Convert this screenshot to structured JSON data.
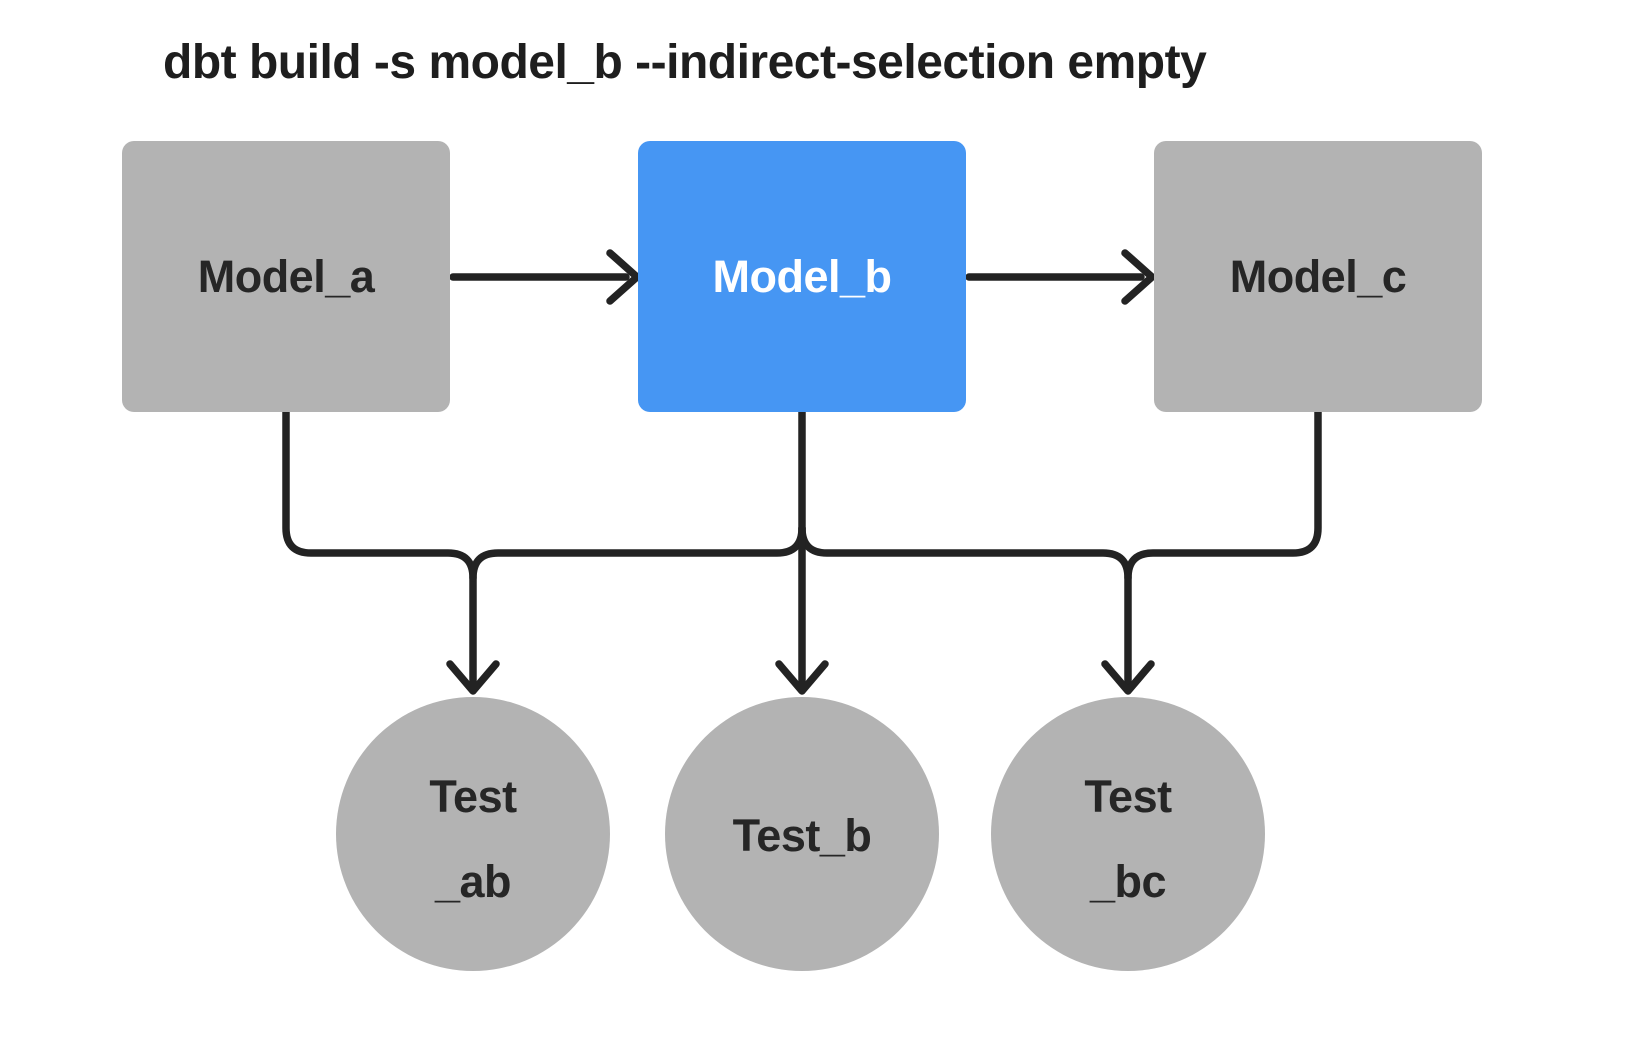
{
  "command": "dbt build -s model_b --indirect-selection empty",
  "colors": {
    "background": "#ffffff",
    "selected_node": "#4696f3",
    "unselected_node": "#b3b3b3",
    "edge": "#232323",
    "text_primary": "#1e1e1e",
    "text_on_gray": "#262626",
    "text_on_selected": "#ffffff"
  },
  "nodes": {
    "model_a": {
      "label": "Model_a",
      "type": "model",
      "selected": false
    },
    "model_b": {
      "label": "Model_b",
      "type": "model",
      "selected": true
    },
    "model_c": {
      "label": "Model_c",
      "type": "model",
      "selected": false
    },
    "test_ab": {
      "label_line1": "Test",
      "label_line2": "_ab",
      "type": "test",
      "selected": false
    },
    "test_b": {
      "label_line1": "Test_b",
      "label_line2": "",
      "type": "test",
      "selected": false
    },
    "test_bc": {
      "label_line1": "Test",
      "label_line2": "_bc",
      "type": "test",
      "selected": false
    }
  },
  "edges": [
    {
      "from": "model_a",
      "to": "model_b"
    },
    {
      "from": "model_b",
      "to": "model_c"
    },
    {
      "from": "model_a",
      "to": "test_ab"
    },
    {
      "from": "model_b",
      "to": "test_ab"
    },
    {
      "from": "model_b",
      "to": "test_b"
    },
    {
      "from": "model_b",
      "to": "test_bc"
    },
    {
      "from": "model_c",
      "to": "test_bc"
    }
  ]
}
